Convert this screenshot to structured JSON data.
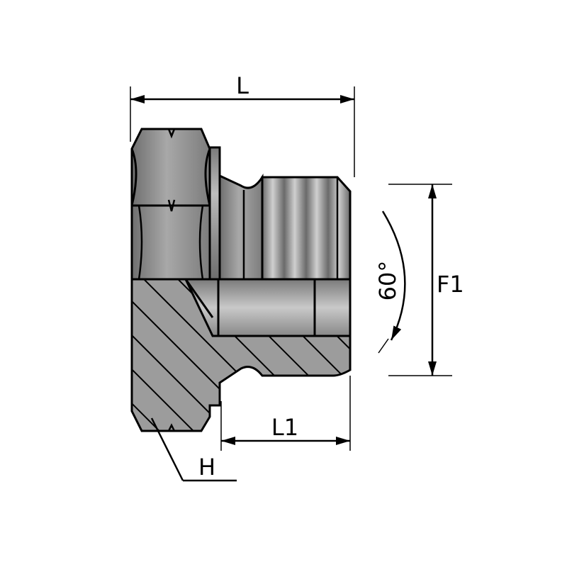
{
  "labels": {
    "length": "L",
    "thread_length": "L1",
    "thread_size": "F1",
    "angle": "60°",
    "hex": "H"
  },
  "colors": {
    "outline": "#000000",
    "body_fill": "#8c8c8c",
    "section_fill": "#9a9a9a",
    "hatch": "#000000",
    "thread_dark": "#5f5f5f",
    "thread_light": "#c4c4c4",
    "background": "#ffffff"
  }
}
